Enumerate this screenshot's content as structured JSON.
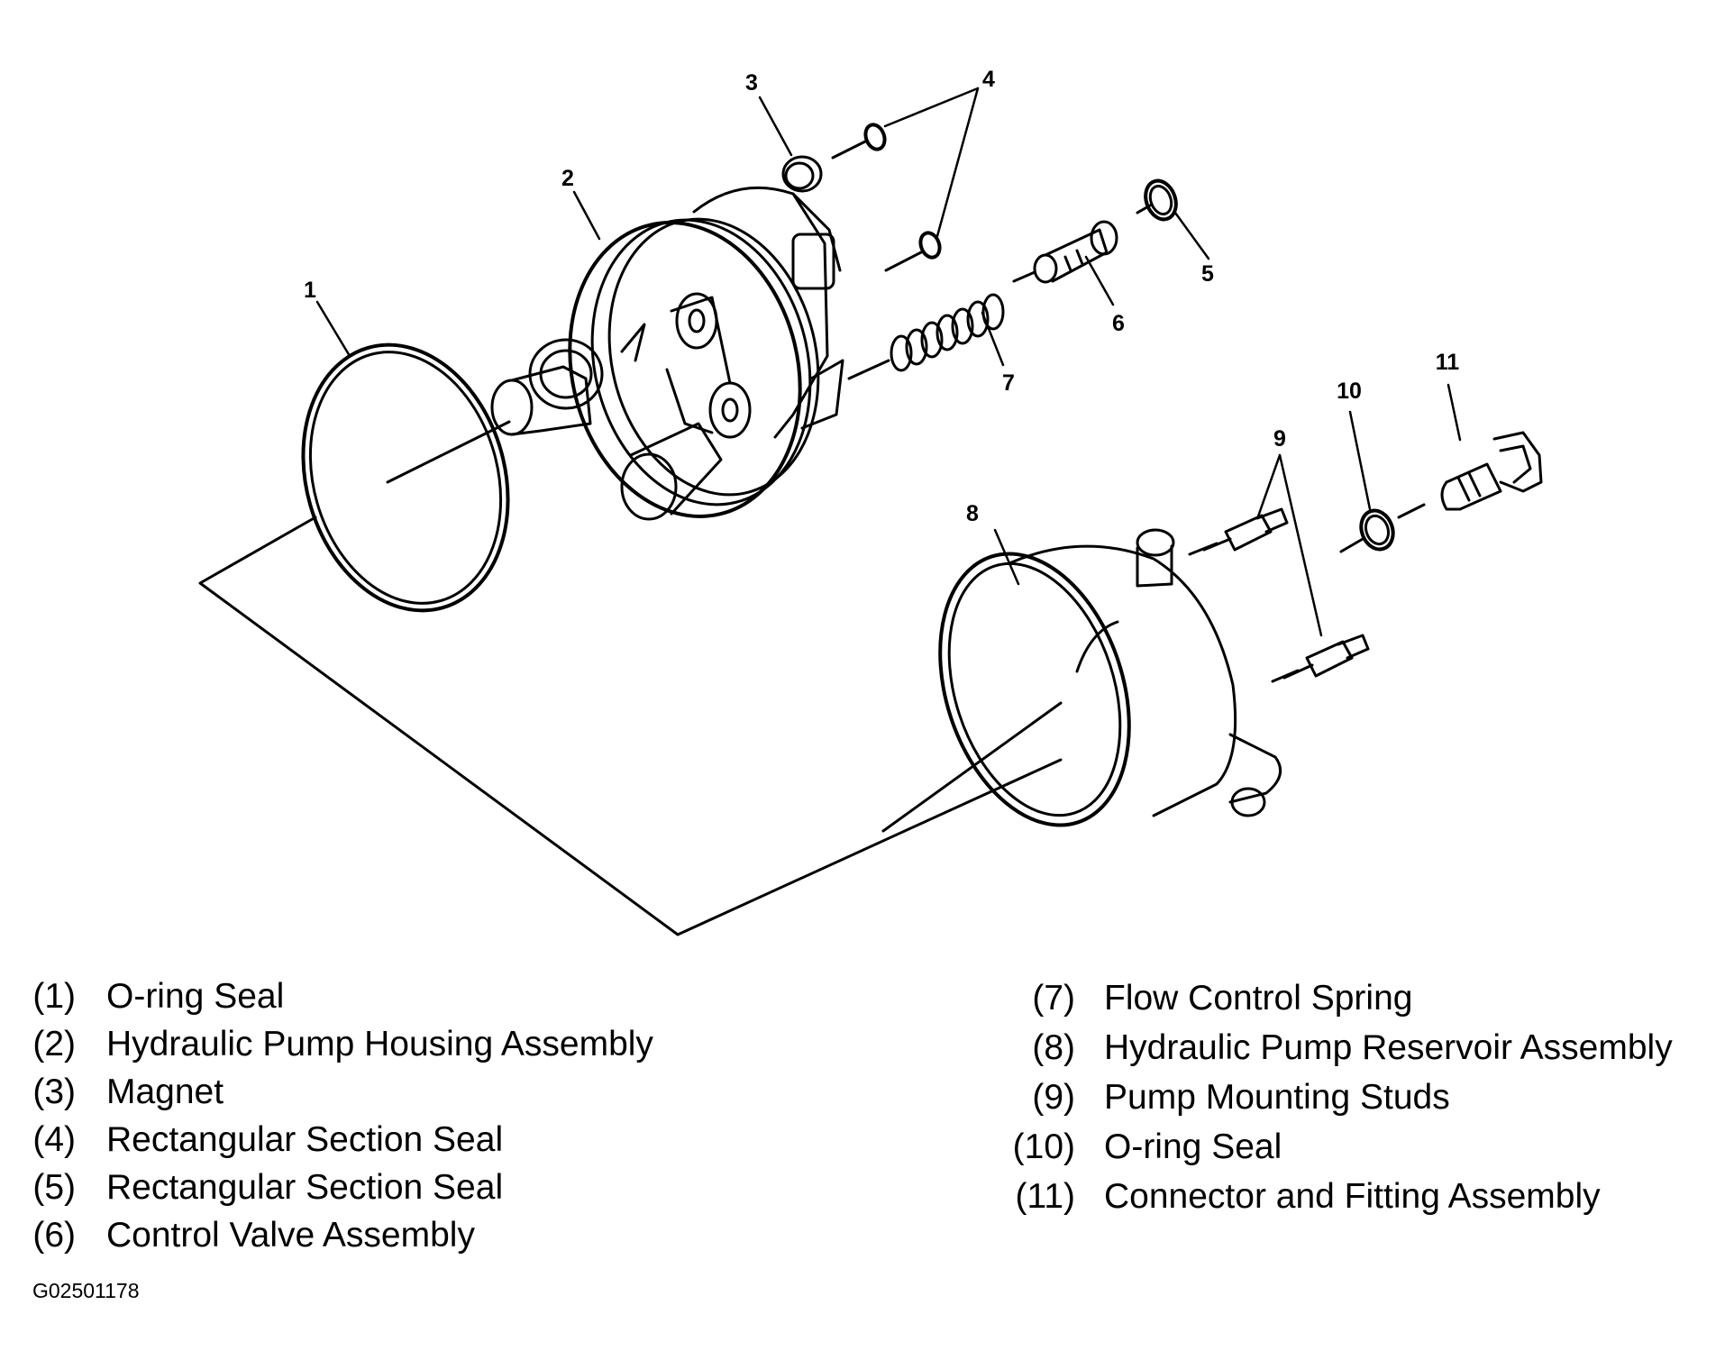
{
  "callouts": [
    "1",
    "2",
    "3",
    "4",
    "5",
    "6",
    "7",
    "8",
    "9",
    "10",
    "11"
  ],
  "legend_left": [
    {
      "num": "(1)",
      "text": "O-ring Seal"
    },
    {
      "num": "(2)",
      "text": "Hydraulic Pump Housing Assembly"
    },
    {
      "num": "(3)",
      "text": "Magnet"
    },
    {
      "num": "(4)",
      "text": "Rectangular Section Seal"
    },
    {
      "num": "(5)",
      "text": "Rectangular Section Seal"
    },
    {
      "num": "(6)",
      "text": "Control Valve Assembly"
    }
  ],
  "legend_right": [
    {
      "num": "(7)",
      "text": "Flow Control Spring"
    },
    {
      "num": "(8)",
      "text": "Hydraulic Pump Reservoir Assembly"
    },
    {
      "num": "(9)",
      "text": "Pump Mounting Studs"
    },
    {
      "num": "(10)",
      "text": "O-ring Seal"
    },
    {
      "num": "(11)",
      "text": "Connector and Fitting Assembly"
    }
  ],
  "figure_id": "G02501178"
}
